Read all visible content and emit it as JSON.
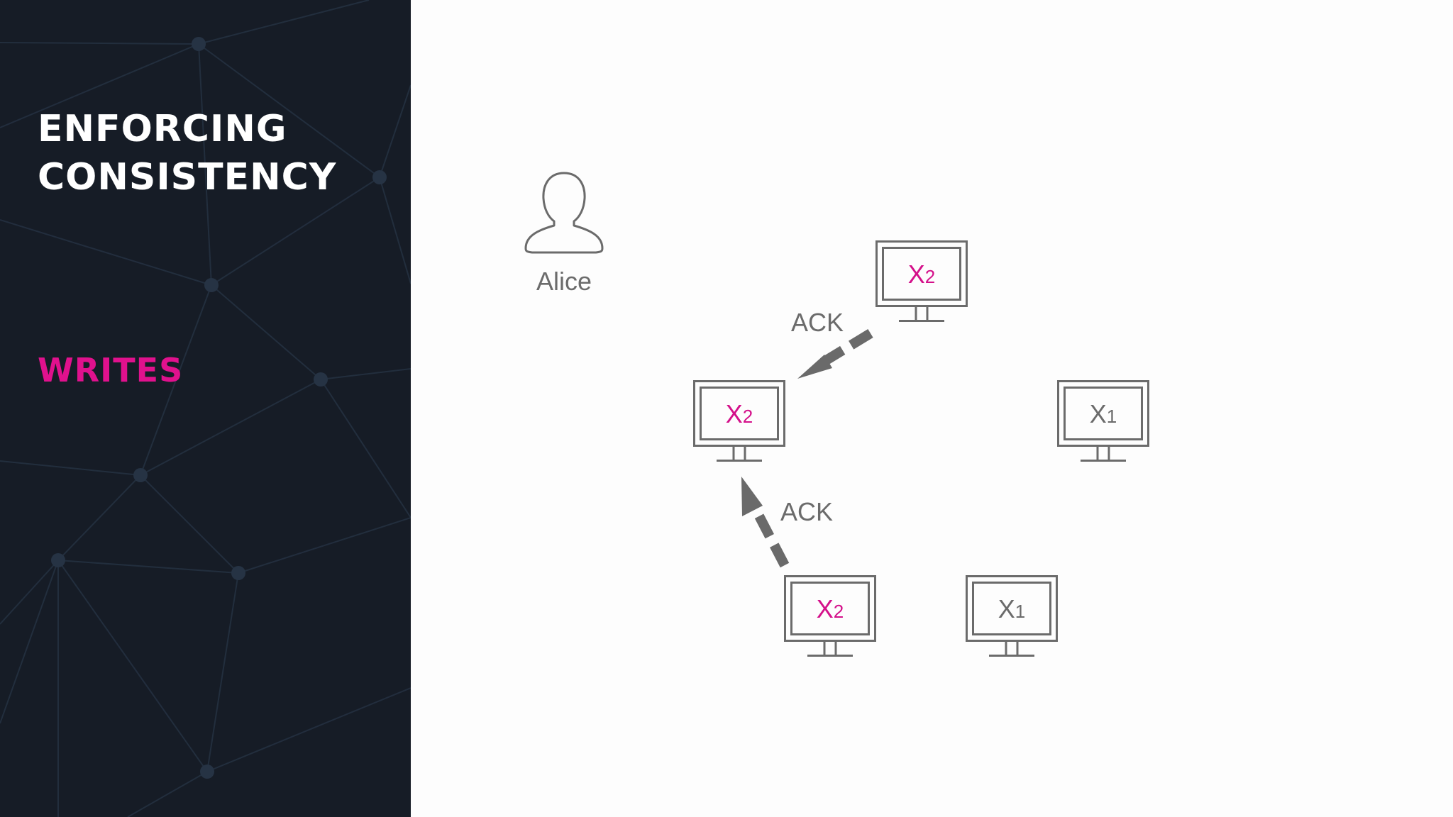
{
  "sidebar": {
    "title_line1": "ENFORCING",
    "title_line2": "CONSISTENCY",
    "subtitle": "WRITES",
    "background_color": "#161c26",
    "subtitle_color": "#e0118d"
  },
  "diagram": {
    "client": {
      "name": "Alice",
      "icon": "person-icon"
    },
    "replicas": [
      {
        "id": "top",
        "value": "X",
        "version": "2",
        "state": "updated"
      },
      {
        "id": "middle-left",
        "value": "X",
        "version": "2",
        "state": "updated"
      },
      {
        "id": "middle-right",
        "value": "X",
        "version": "1",
        "state": "stale"
      },
      {
        "id": "bottom-left",
        "value": "X",
        "version": "2",
        "state": "updated"
      },
      {
        "id": "bottom-right",
        "value": "X",
        "version": "1",
        "state": "stale"
      }
    ],
    "arrows": [
      {
        "label": "ACK",
        "from": "top",
        "to": "middle-left"
      },
      {
        "label": "ACK",
        "from": "bottom-left",
        "to": "middle-left"
      }
    ],
    "colors": {
      "updated": "#d4108a",
      "stale": "#6b6b6b",
      "outline": "#6b6b6b"
    }
  }
}
